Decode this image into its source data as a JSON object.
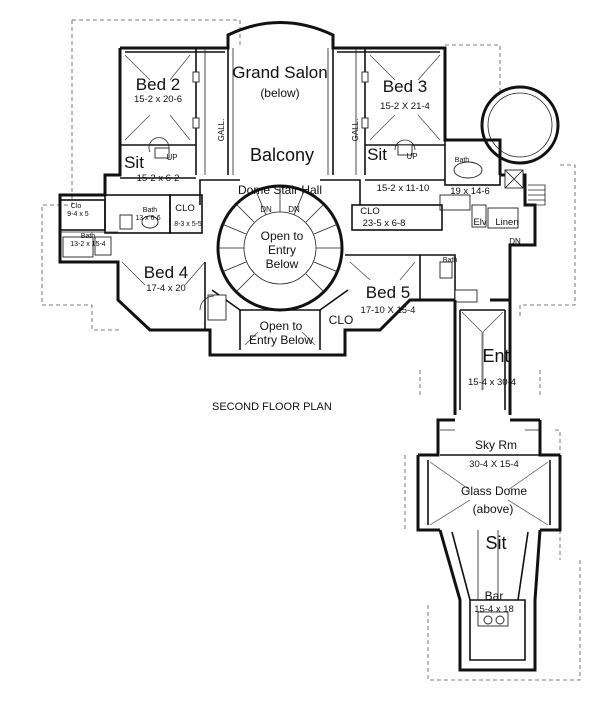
{
  "plan_title": "SECOND FLOOR PLAN",
  "rooms": {
    "grand_salon": {
      "name": "Grand Salon",
      "note": "(below)"
    },
    "bed2": {
      "name": "Bed 2",
      "dim": "15-2  x 20-6"
    },
    "bed3": {
      "name": "Bed 3",
      "dim": "15-2  X 21-4"
    },
    "gall_left": "GALL.",
    "gall_right": "GALL.",
    "balcony": "Balcony",
    "sit_left": {
      "name": "Sit",
      "dim": "15-2  x 6-2"
    },
    "up_left": "UP",
    "sit_right": {
      "name": "Sit",
      "dim": "15-2  x 11-10"
    },
    "up_right": "UP",
    "bath_right": {
      "name": "Bath",
      "dim": "19 x 14-6"
    },
    "dome_stair_hall": "Dome Stair Hall",
    "dn_left": "DN",
    "dn_right": "DN",
    "clo_left": "CLO",
    "clo_left_dim": "8-3 x 5-5",
    "bath_left": {
      "name": "Bath",
      "dim": "13 x 6-6"
    },
    "clo_small": {
      "name": "Clo",
      "dim": "9-4 x 5"
    },
    "bath_far_left": {
      "name": "Bath",
      "dim": "13-2  x 15-4"
    },
    "clo_center": {
      "name": "CLO",
      "dim": "23-5 x 6-8"
    },
    "elv": "Elv",
    "linen": "Linen",
    "dn_far": "DN",
    "open_entry_stair": {
      "line1": "Open to",
      "line2": "Entry",
      "line3": "Below"
    },
    "bed4": {
      "name": "Bed 4",
      "dim": "17-4  x 20"
    },
    "bath_bed5": "Bath",
    "bed5": {
      "name": "Bed 5",
      "dim": "17-10  X 15-4"
    },
    "clo_bed5": "CLO",
    "open_entry_bottom": {
      "line1": "Open to",
      "line2": "Entry Below"
    },
    "ent": {
      "name": "Ent",
      "dim": "15-4 x 30-4"
    },
    "sky_rm": {
      "name": "Sky Rm",
      "dim": "30-4  X 15-4"
    },
    "glass_dome": {
      "line1": "Glass Dome",
      "line2": "(above)"
    },
    "sit_bottom": "Sit",
    "bar": {
      "name": "Bar",
      "dim": "15-4 x 18"
    }
  }
}
